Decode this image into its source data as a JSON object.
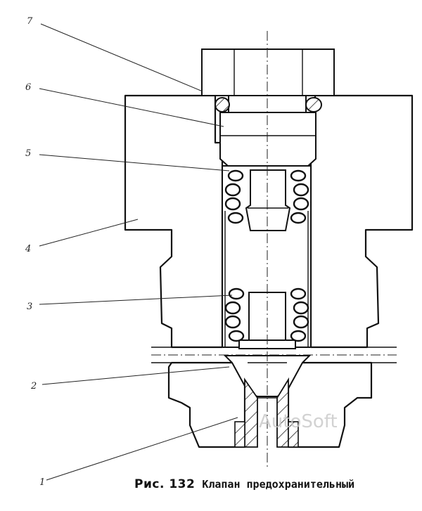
{
  "figure": {
    "number_label": "Рис. 132",
    "title": "Клапан предохранительный"
  },
  "callouts": [
    {
      "id": "7",
      "text": "7"
    },
    {
      "id": "6",
      "text": "6"
    },
    {
      "id": "5",
      "text": "5"
    },
    {
      "id": "4",
      "text": "4"
    },
    {
      "id": "3",
      "text": "3"
    },
    {
      "id": "2",
      "text": "2"
    },
    {
      "id": "1",
      "text": "1"
    }
  ],
  "watermark": "AutoSoft",
  "colors": {
    "ink": "#111111",
    "paper": "#ffffff",
    "watermark": "#c8c8c8"
  }
}
